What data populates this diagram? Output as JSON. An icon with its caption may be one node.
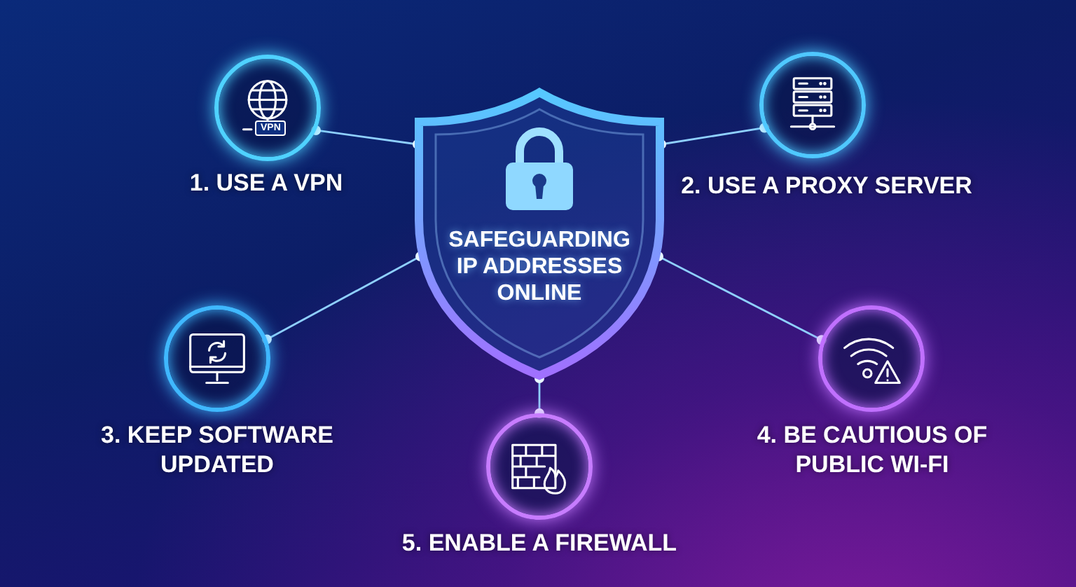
{
  "diagram": {
    "nodes": [
      {
        "text": [
          "SAFEGUARDING IP ADDRESSES ONLINE"
        ]
      },
      {
        "text": [],
        "shape": "circle",
        "beside": [
          "1. USE A VPN"
        ]
      },
      {
        "text": [],
        "shape": "circle",
        "beside": [
          "2. USE A PROXY SERVER"
        ]
      },
      {
        "text": [],
        "shape": "circle",
        "beside": [
          "3. KEEP SOFTWARE UPDATED"
        ]
      },
      {
        "text": [],
        "shape": "circle",
        "beside": [
          "4. BE CAUTIOUS OF PUBLIC WI-FI"
        ]
      },
      {
        "text": [],
        "shape": "circle",
        "beside": [
          "5. ENABLE A FIREWALL"
        ]
      }
    ],
    "edges": [
      {
        "from": 0,
        "to": 1,
        "arrow": "other"
      },
      {
        "from": 0,
        "to": 2,
        "arrow": "other"
      },
      {
        "from": 0,
        "to": 3,
        "arrow": "other"
      },
      {
        "from": 0,
        "to": 4,
        "arrow": "other"
      },
      {
        "from": 0,
        "to": 5,
        "arrow": "other"
      }
    ],
    "labels": [
      "VPN"
    ]
  }
}
